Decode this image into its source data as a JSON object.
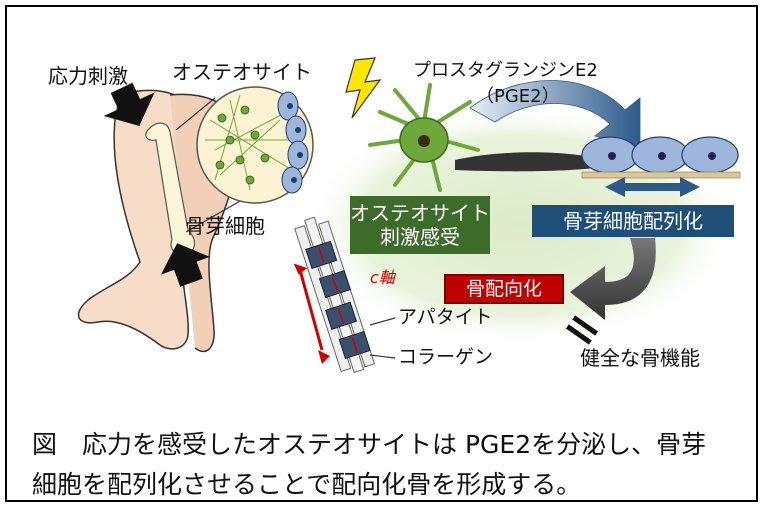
{
  "figure": {
    "labels": {
      "stress": "応力刺激",
      "osteocyte": "オステオサイト",
      "osteoblast": "骨芽細胞",
      "prostaglandin": "プロスタグランジンE2",
      "pge2": "（PGE2）",
      "c_axis": "c軸",
      "apatite": "アパタイト",
      "collagen": "コラーゲン",
      "bone_function": "健全な骨機能"
    },
    "boxes": {
      "osteocyte_sensing": [
        "オステオサイト",
        "刺激感受"
      ],
      "osteoblast_alignment": "骨芽細胞配列化",
      "bone_orientation": "骨配向化"
    },
    "colors": {
      "sensing_box": "#3d6b2a",
      "alignment_box": "#1f4e79",
      "orientation_box": "#c00000",
      "green_glow": "#dcebc8",
      "osteocyte_cell": "#6fa83a",
      "osteoblast_cell": "#9fb6dc",
      "arrow_gray": "#555555",
      "arrow_blue": "#2e5a8a",
      "c_axis_red": "#d00000"
    }
  },
  "caption": {
    "line1": "図　応力を感受したオステオサイトは PGE2を分泌し、骨芽",
    "line2": "細胞を配列化させることで配向化骨を形成する。"
  }
}
